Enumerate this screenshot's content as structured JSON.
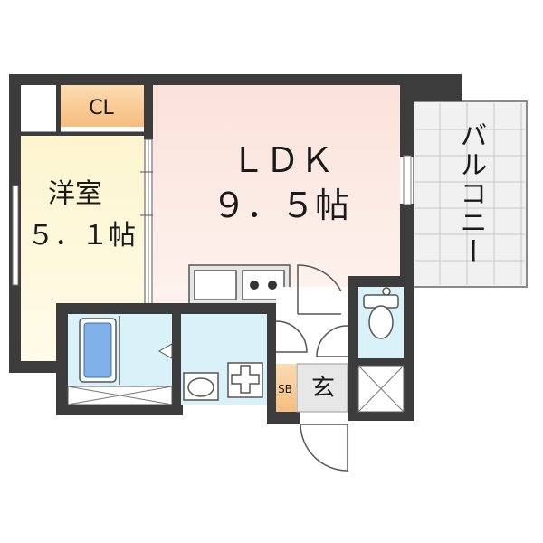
{
  "rooms": {
    "ldk": {
      "name": "ＬＤＫ",
      "size": "９．５帖"
    },
    "western": {
      "name": "洋室",
      "size": "５．１帖"
    },
    "closet": {
      "label": "CL"
    },
    "balcony": {
      "label": "バルコニー"
    },
    "shoe_box": {
      "label": "SB"
    },
    "entrance": {
      "label": "玄"
    }
  },
  "colors": {
    "wall": "#3a3a3a",
    "western_floor": "#fdf7d9",
    "ldk_floor": "#fbe4de",
    "closet_floor": "#f8c88f",
    "wet_area": "#d9f1f9",
    "balcony_tile": "#ededed",
    "entrance_floor": "#e7e7e7"
  }
}
